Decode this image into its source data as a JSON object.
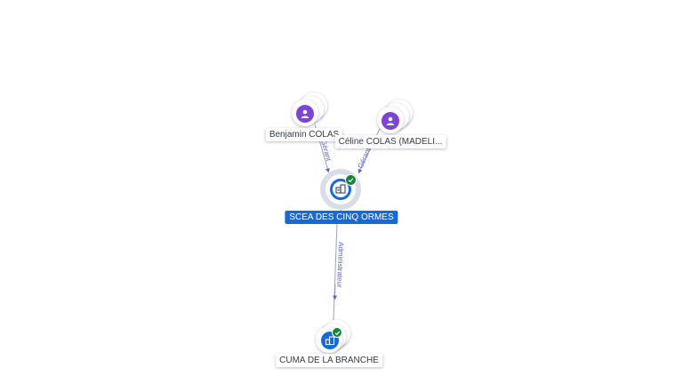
{
  "nodes": {
    "benjamin": {
      "label": "Benjamin COLAS",
      "type": "person"
    },
    "celine": {
      "label": "Céline COLAS (MADELI...",
      "type": "person"
    },
    "scea": {
      "label": "SCEA DES CINQ ORMES",
      "type": "company",
      "verified": true
    },
    "cuma": {
      "label": "CUMA DE LA BRANCHE",
      "type": "company",
      "verified": true
    }
  },
  "edges": [
    {
      "from": "benjamin",
      "to": "scea",
      "label": "Gérant"
    },
    {
      "from": "celine",
      "to": "scea",
      "label": "Gérant"
    },
    {
      "from": "scea",
      "to": "cuma",
      "label": "Administrateur"
    }
  ],
  "icons": {
    "person": "person-icon",
    "company": "building-icon",
    "verified": "check-icon"
  },
  "colors": {
    "person_accent": "#7d44d6",
    "company_accent": "#1669d8",
    "verified": "#18843a",
    "edge_label": "#5b62d6",
    "edge_line": "#9aa3b5"
  }
}
